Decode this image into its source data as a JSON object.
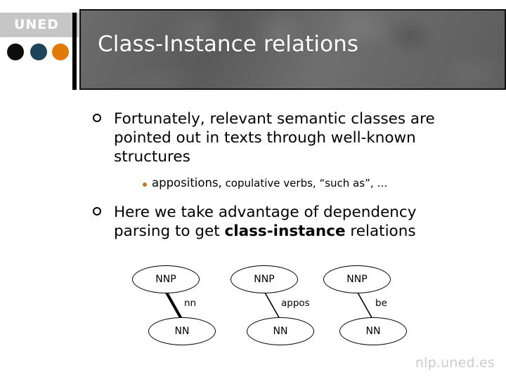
{
  "header": {
    "logo_text": "UNED",
    "title": "Class-Instance relations",
    "dots": [
      {
        "name": "black",
        "color": "#0d0d0d"
      },
      {
        "name": "blue",
        "color": "#1d4458"
      },
      {
        "name": "orange",
        "color": "#e07b0a"
      }
    ]
  },
  "body": {
    "bullets": [
      {
        "marker": "hollow-circle",
        "text": "Fortunately, relevant semantic classes are pointed out in texts through well-known structures"
      },
      {
        "marker": "hollow-circle",
        "text_before": "Here we take advantage of dependency parsing to get ",
        "text_bold": "class-instance",
        "text_after": " relations"
      }
    ],
    "sub_bullet": {
      "marker": "orange-dot",
      "marker_color": "#c0761d",
      "lead": "appositions,",
      "rest": " copulative verbs, “such as”, …"
    }
  },
  "diagram": {
    "type": "dependency-parse",
    "groups": [
      {
        "top": "NNP",
        "bottom": "NN",
        "edge_label": "nn",
        "edge_weight": "thick"
      },
      {
        "top": "NNP",
        "bottom": "NN",
        "edge_label": "appos",
        "edge_weight": "thin"
      },
      {
        "top": "NNP",
        "bottom": "NN",
        "edge_label": "be",
        "edge_weight": "thin"
      }
    ]
  },
  "footer": {
    "url": "nlp.uned.es"
  },
  "colors": {
    "title_banner_bg": "#646464",
    "logo_plate_bg": "#c6c6c6",
    "footer_text": "#cccccc",
    "accent_orange": "#e07b0a"
  }
}
